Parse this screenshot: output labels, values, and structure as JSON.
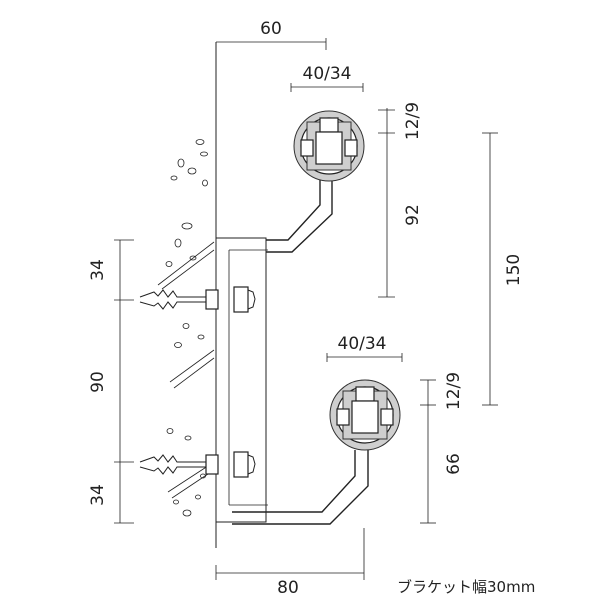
{
  "dimensions": {
    "top_width": "60",
    "rail_upper": "40/34",
    "gap_upper": "12/9",
    "drop_upper": "92",
    "total_height": "150",
    "rail_lower": "40/34",
    "gap_lower": "12/9",
    "drop_lower": "66",
    "anchor_top": "34",
    "anchor_mid": "90",
    "anchor_bottom": "34",
    "bottom_width": "80"
  },
  "note": "ブラケット幅30mm"
}
